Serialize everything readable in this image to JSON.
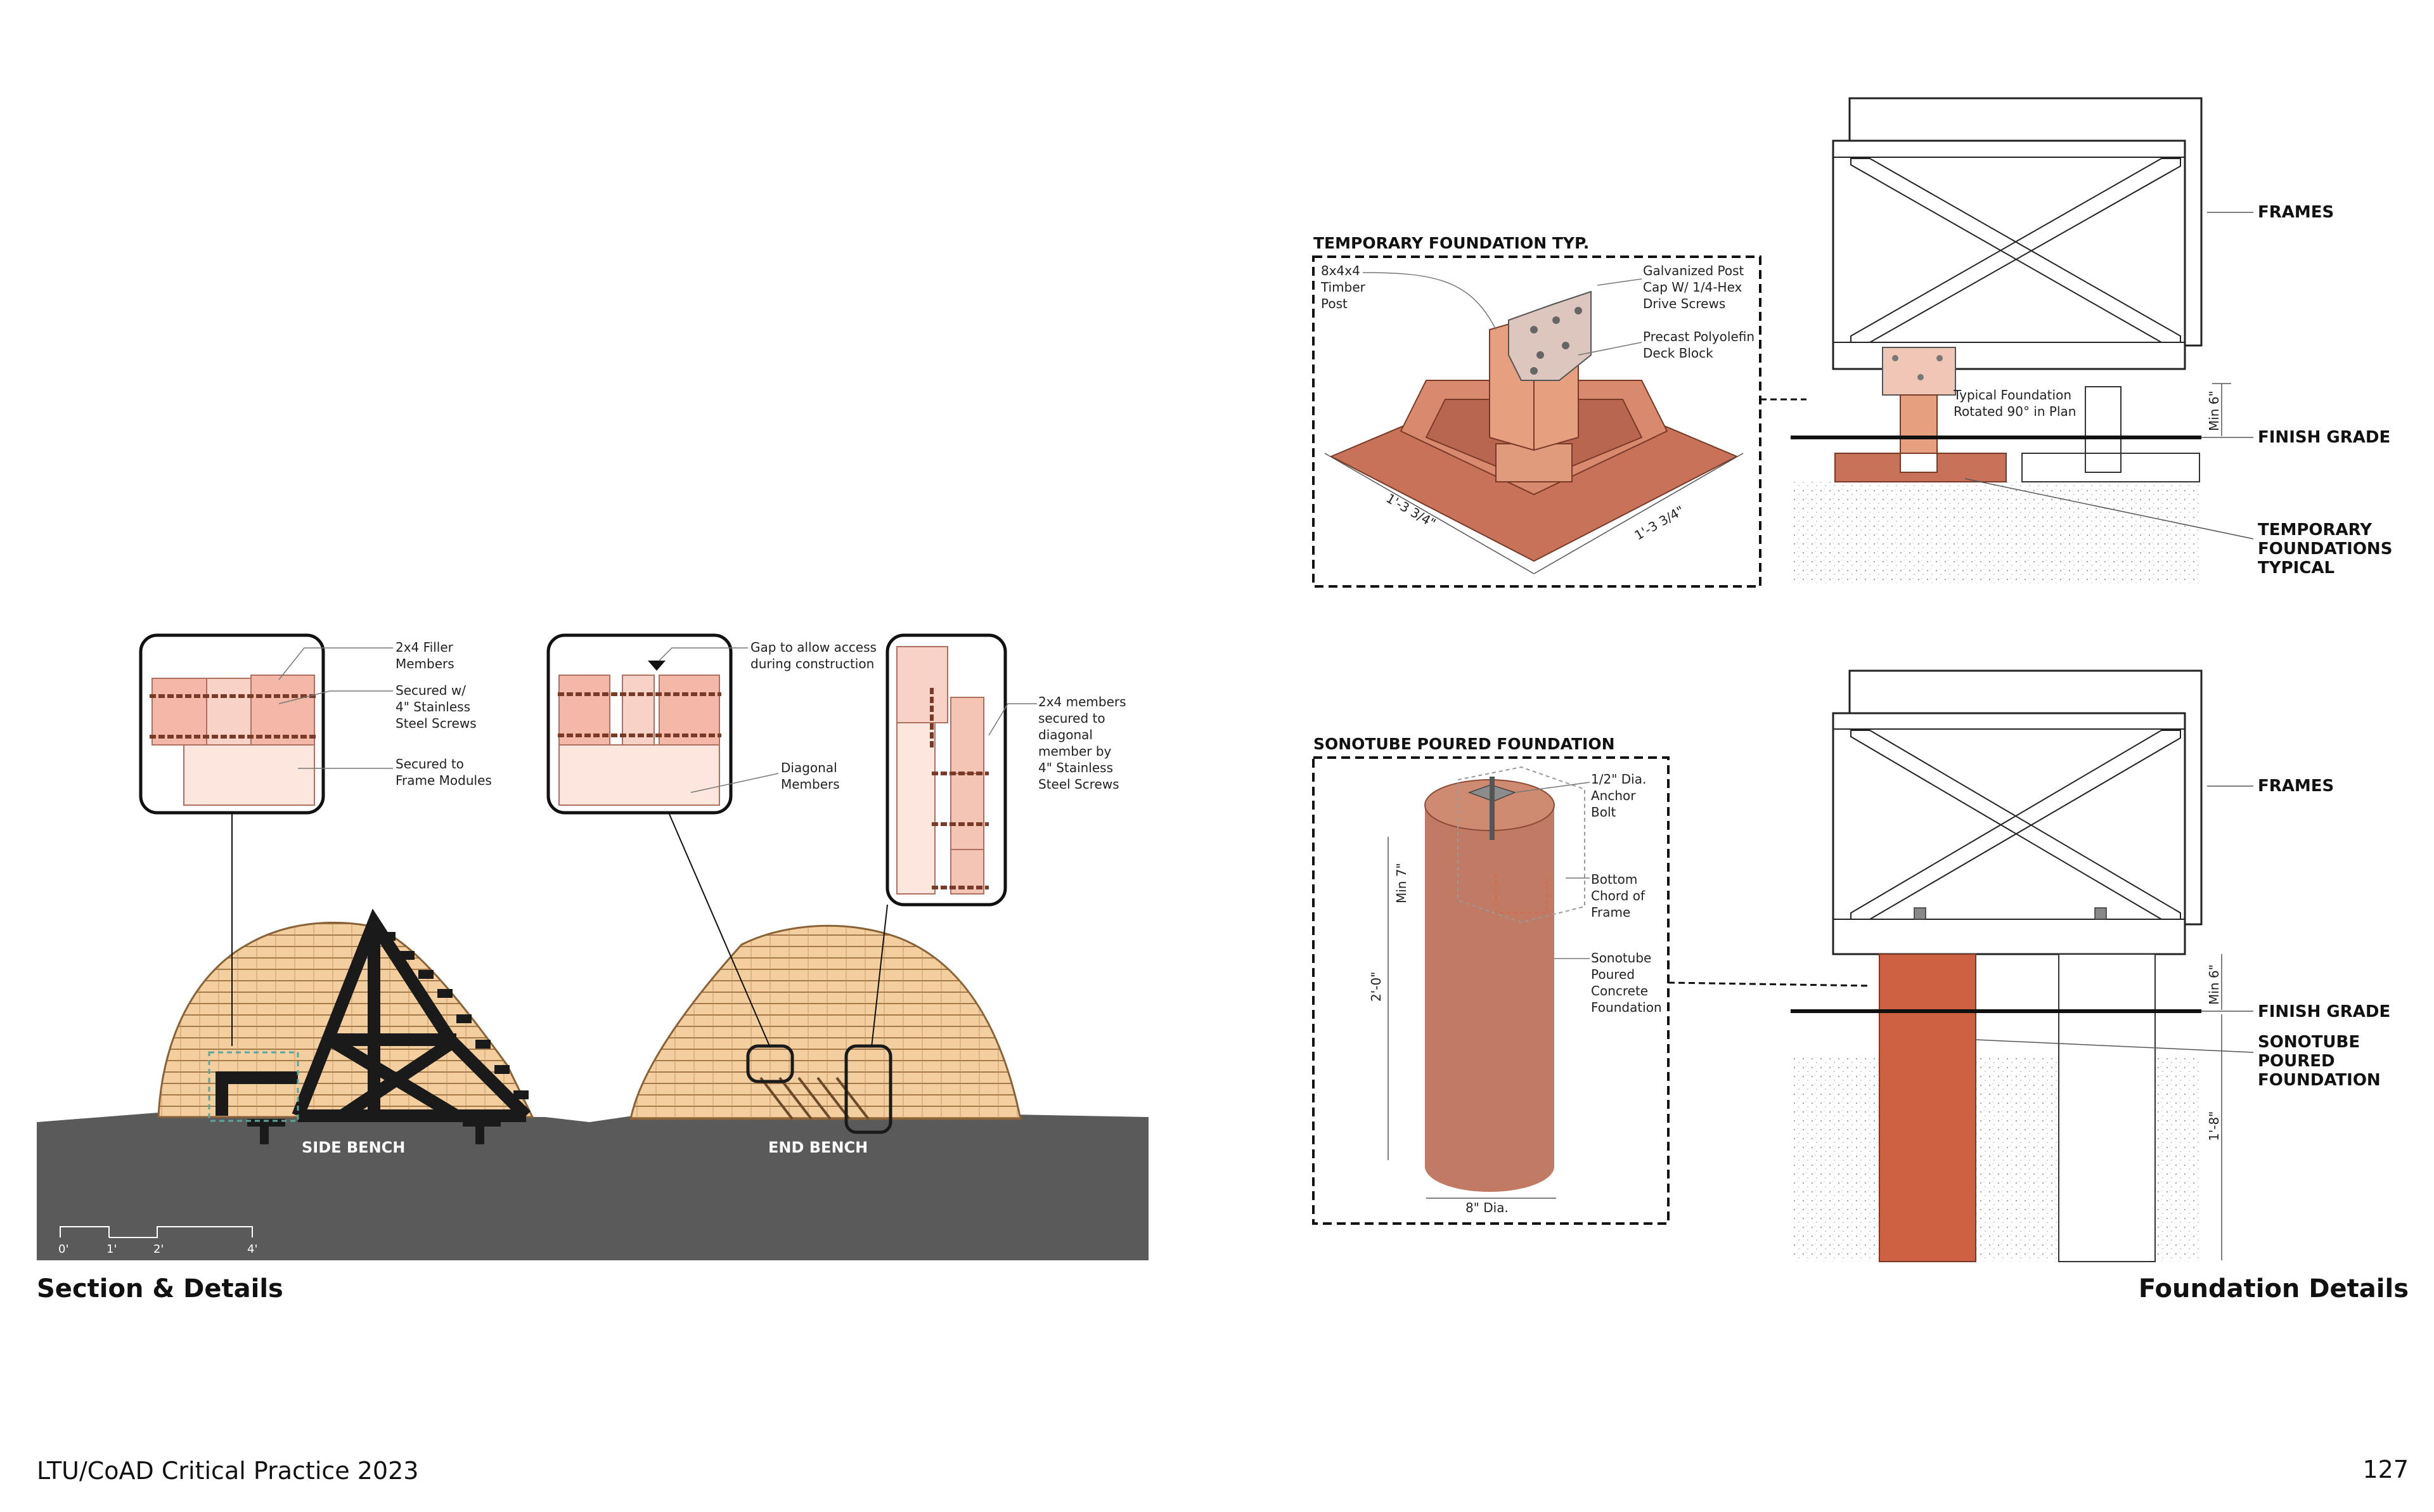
{
  "captions": {
    "section_title": "Section & Details",
    "foundation_title": "Foundation Details",
    "footer_left": "LTU/CoAD Critical Practice 2023",
    "page_number": "127"
  },
  "section": {
    "side_bench": "SIDE BENCH",
    "end_bench": "END BENCH",
    "scale_ticks": [
      "0'",
      "1'",
      "2'",
      "4'"
    ],
    "callouts": {
      "filler_1": "2x4 Filler",
      "filler_2": "Members",
      "secured_1": "Secured w/",
      "secured_2": "4\" Stainless",
      "secured_3": "Steel Screws",
      "frame_1": "Secured to",
      "frame_2": "Frame Modules",
      "gap_1": "Gap to allow access",
      "gap_2": "during construction",
      "diag_1": "Diagonal",
      "diag_2": "Members",
      "m_1": "2x4 members",
      "m_2": "secured to",
      "m_3": "diagonal",
      "m_4": "member by",
      "m_5": "4\" Stainless",
      "m_6": "Steel Screws"
    }
  },
  "temporary_foundation": {
    "title": "TEMPORARY FOUNDATION TYP.",
    "post_1": "8x4x4",
    "post_2": "Timber",
    "post_3": "Post",
    "cap_1": "Galvanized Post",
    "cap_2": "Cap W/ 1/4-Hex",
    "cap_3": "Drive Screws",
    "block_1": "Precast Polyolefin",
    "block_2": "Deck Block",
    "dim_left": "1'-3 3/4\"",
    "dim_right": "1'-3 3/4\""
  },
  "sonotube_foundation": {
    "title": "SONOTUBE POURED FOUNDATION",
    "bolt_1": "1/2\" Dia.",
    "bolt_2": "Anchor",
    "bolt_3": "Bolt",
    "chord_1": "Bottom",
    "chord_2": "Chord of",
    "chord_3": "Frame",
    "tube_1": "Sonotube",
    "tube_2": "Poured",
    "tube_3": "Concrete",
    "tube_4": "Foundation",
    "min7": "Min 7\"",
    "height": "2'-0\"",
    "dia": "8\" Dia."
  },
  "elevation_top": {
    "frames": "FRAMES",
    "finish_grade": "FINISH GRADE",
    "temp_1": "TEMPORARY",
    "temp_2": "FOUNDATIONS",
    "temp_3": "TYPICAL",
    "note_1": "Typical Foundation",
    "note_2": "Rotated 90° in Plan",
    "min6": "Min 6\""
  },
  "elevation_bottom": {
    "frames": "FRAMES",
    "finish_grade": "FINISH GRADE",
    "sono_1": "SONOTUBE",
    "sono_2": "POURED",
    "sono_3": "FOUNDATION",
    "min6": "Min 6\"",
    "depth": "1'-8\""
  },
  "colors": {
    "ground": "#5a5a5a",
    "timber": "#f1c99a",
    "block": "#c8725a",
    "post": "#e6a080",
    "tube": "#c17a64",
    "pier": "#cd6142",
    "frame": "#1a1a1a"
  }
}
